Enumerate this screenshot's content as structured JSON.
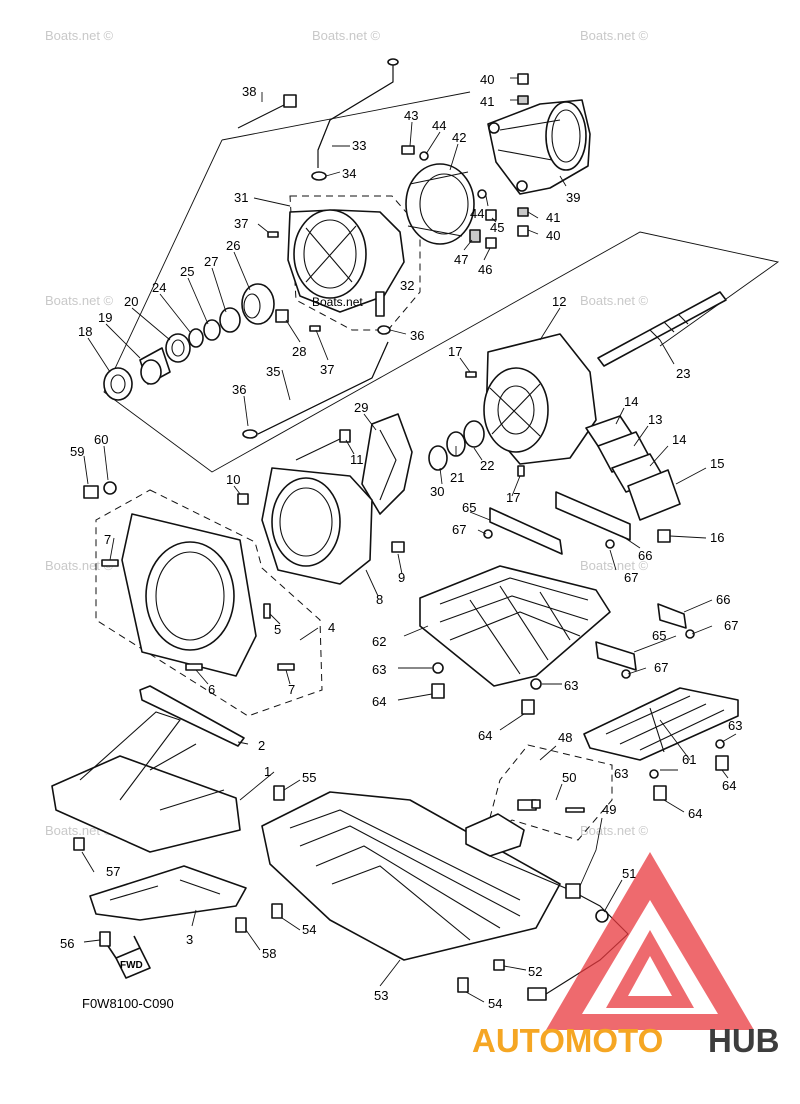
{
  "diagram_code": "F0W8100-C090",
  "watermark_text": "Boats.net ©",
  "inline_watermark": "Boats.net",
  "fwd_label": "FWD",
  "brand": {
    "part1": "AUTOMOTO",
    "part2": "HUB",
    "color_orange": "#f5a623",
    "color_red": "#e8383d",
    "color_dark": "#3d3d3d"
  },
  "callouts": [
    "1",
    "2",
    "3",
    "4",
    "5",
    "6",
    "7",
    "8",
    "9",
    "10",
    "11",
    "12",
    "13",
    "14",
    "15",
    "16",
    "17",
    "18",
    "19",
    "20",
    "21",
    "22",
    "23",
    "24",
    "25",
    "26",
    "27",
    "28",
    "29",
    "30",
    "31",
    "32",
    "33",
    "34",
    "35",
    "36",
    "37",
    "38",
    "39",
    "40",
    "41",
    "42",
    "43",
    "44",
    "45",
    "46",
    "47",
    "48",
    "49",
    "50",
    "51",
    "52",
    "53",
    "54",
    "55",
    "56",
    "57",
    "58",
    "59",
    "60",
    "61",
    "62",
    "63",
    "64",
    "65",
    "66",
    "67"
  ]
}
